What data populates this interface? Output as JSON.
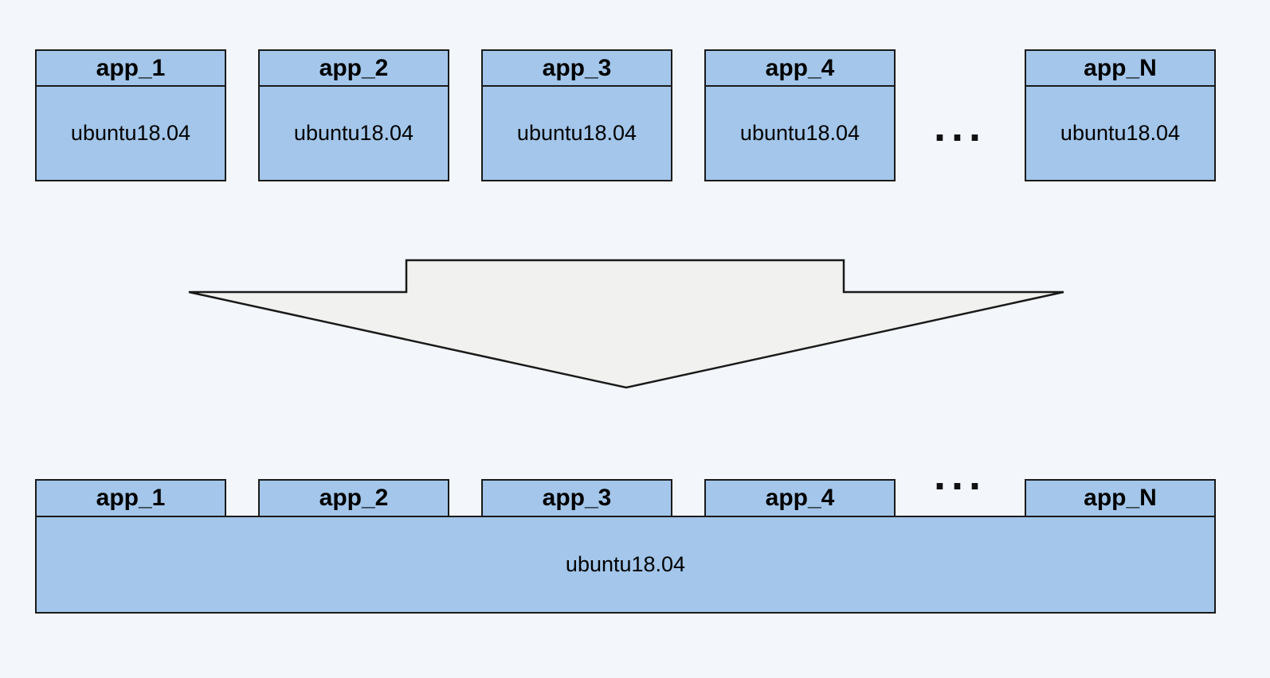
{
  "top_row": {
    "boxes": [
      {
        "name": "app_1",
        "os": "ubuntu18.04"
      },
      {
        "name": "app_2",
        "os": "ubuntu18.04"
      },
      {
        "name": "app_3",
        "os": "ubuntu18.04"
      },
      {
        "name": "app_4",
        "os": "ubuntu18.04"
      },
      {
        "name": "app_N",
        "os": "ubuntu18.04"
      }
    ],
    "ellipsis": "..."
  },
  "bottom_row": {
    "apps": [
      "app_1",
      "app_2",
      "app_3",
      "app_4",
      "app_N"
    ],
    "ellipsis": "...",
    "base_os": "ubuntu18.04"
  },
  "colors": {
    "box_fill": "#a3c6ea",
    "box_border": "#1a1a1a",
    "arrow_fill": "#f1f1ef",
    "background": "#f3f6fb"
  }
}
